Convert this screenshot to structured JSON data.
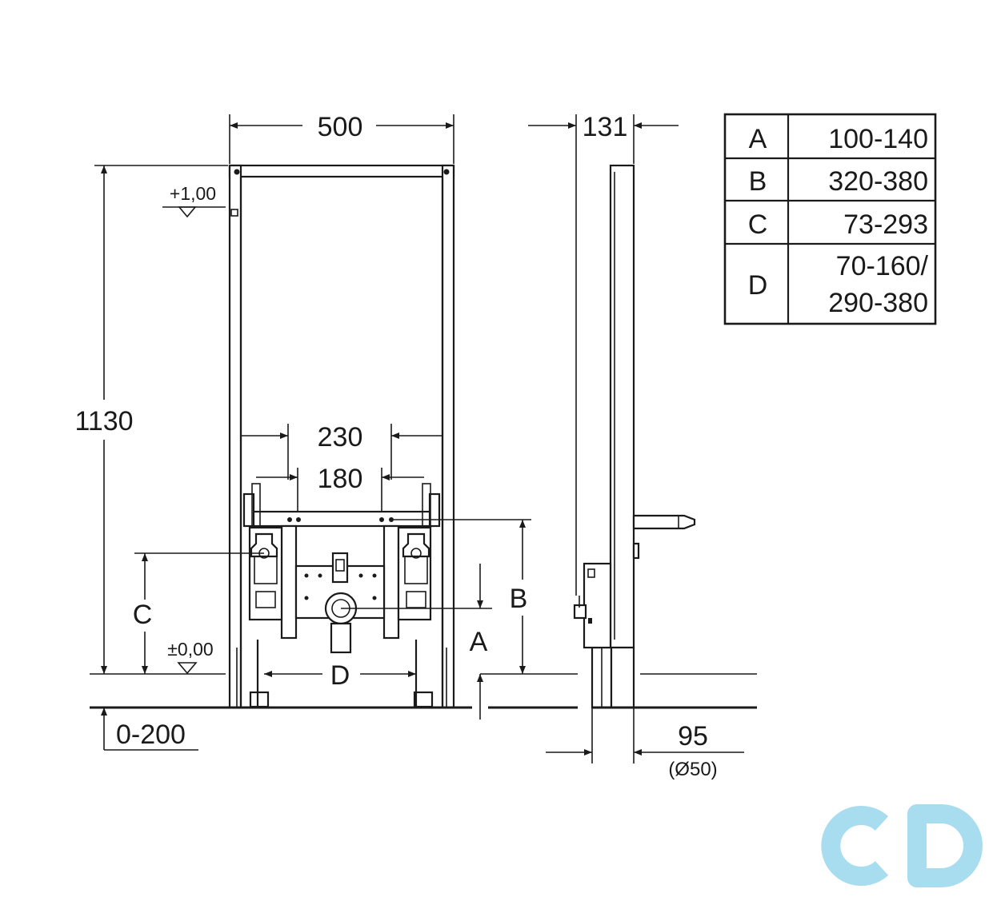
{
  "front_view": {
    "width": "500",
    "height": "1130",
    "level_top": "+1,00",
    "level_floor": "±0,00",
    "spacing_outer": "230",
    "spacing_inner": "180",
    "dim_c": "C",
    "dim_d": "D",
    "dim_b": "B",
    "dim_a": "A",
    "floor_adjust": "0-200"
  },
  "side_view": {
    "depth": "131",
    "waste_offset": "95",
    "waste_diameter": "(Ø50)"
  },
  "dimension_table": {
    "rows": [
      {
        "key": "A",
        "value": "100-140"
      },
      {
        "key": "B",
        "value": "320-380"
      },
      {
        "key": "C",
        "value": "73-293"
      },
      {
        "key": "D",
        "value_line1": "70-160/",
        "value_line2": "290-380"
      }
    ]
  },
  "watermark": {
    "text": "cd",
    "color": "#a8dcef"
  }
}
